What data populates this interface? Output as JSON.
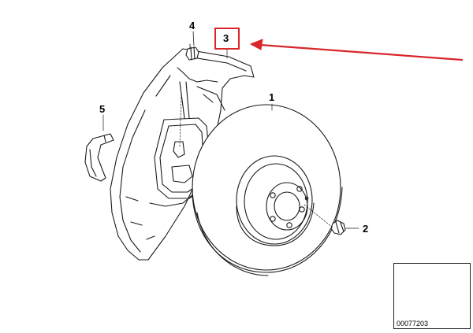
{
  "callouts": {
    "disc": "1",
    "bolt": "2",
    "shield": "3",
    "shield_bolt": "4",
    "clip": "5"
  },
  "highlight": {
    "target": "3",
    "color": "#d9262b"
  },
  "icons": {
    "pointer": "red-arrow-icon",
    "vehicle": "car-locator-icon"
  },
  "thumbnail": {
    "diagram_number": "00077203"
  }
}
